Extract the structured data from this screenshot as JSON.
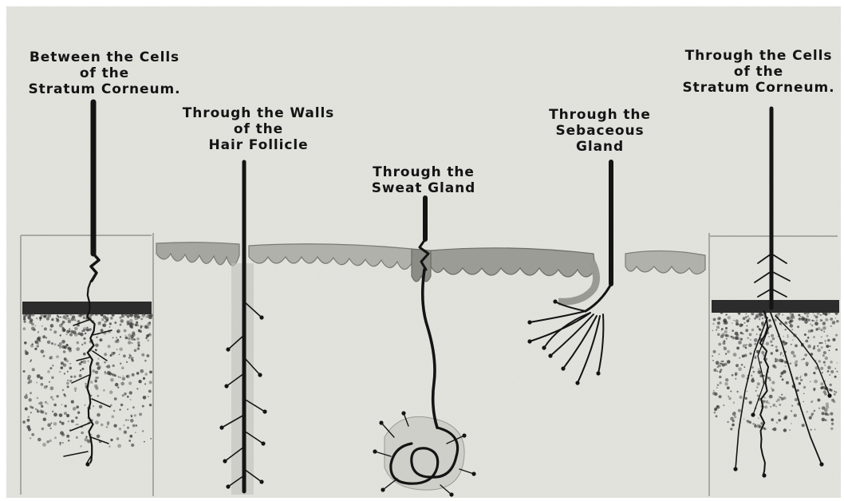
{
  "labels": {
    "between_cells": {
      "lines": [
        "Between the Cells",
        "of the",
        "Stratum Corneum."
      ]
    },
    "hair_follicle": {
      "lines": [
        "Through the Walls",
        "of the",
        "Hair Follicle"
      ]
    },
    "sweat_gland": {
      "lines": [
        "Through the",
        "Sweat Gland"
      ]
    },
    "sebaceous_gland": {
      "lines": [
        "Through the",
        "Sebaceous",
        "Gland"
      ]
    },
    "through_cells": {
      "lines": [
        "Through the Cells",
        "of the",
        "Stratum Corneum."
      ]
    }
  },
  "colors": {
    "paper": "#e6e6e1",
    "ink": "#141414",
    "epidermis": "#9c9c96",
    "stipple": "#3a3a3a"
  }
}
